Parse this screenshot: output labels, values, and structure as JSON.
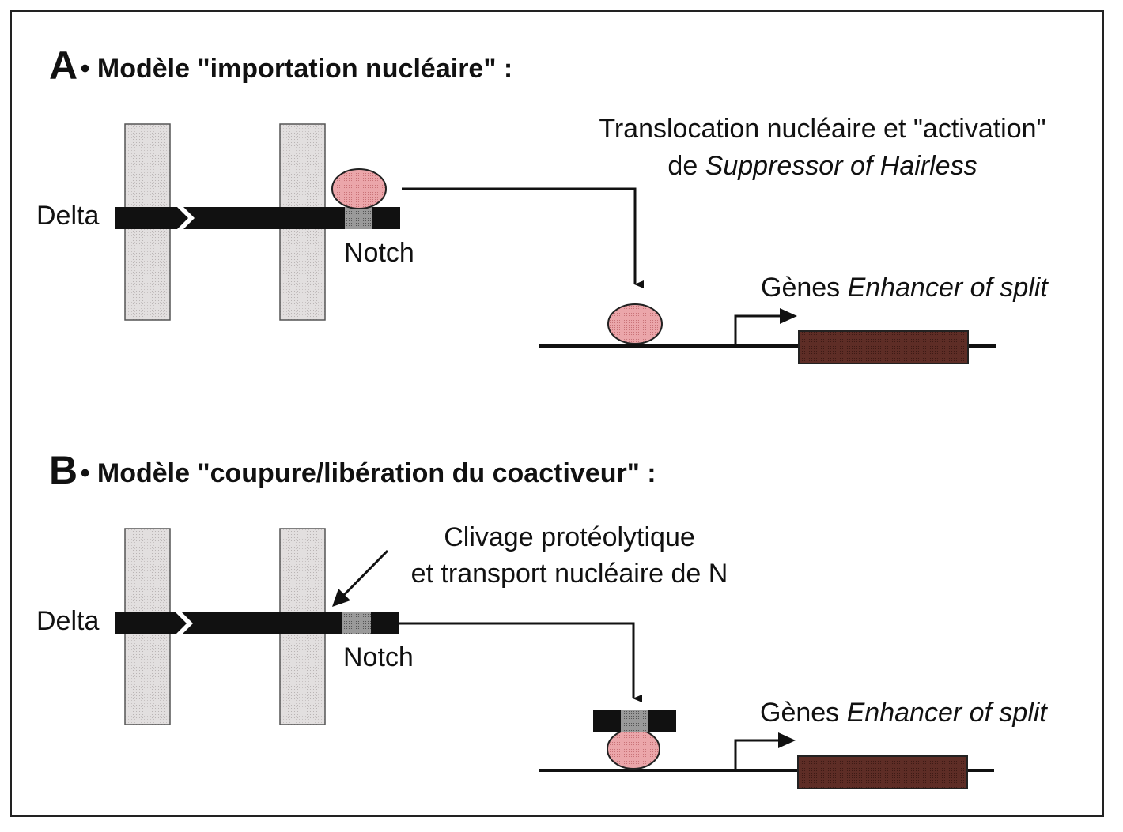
{
  "panel_a": {
    "letter": "A",
    "title": "• Modèle \"importation nucléaire\" :",
    "delta_label": "Delta",
    "notch_label": "Notch",
    "translocation_line1": "Translocation nucléaire et \"activation\"",
    "translocation_line2_prefix": "de ",
    "translocation_line2_italic": "Suppressor of Hairless",
    "genes_prefix": "Gènes ",
    "genes_italic": "Enhancer of split"
  },
  "panel_b": {
    "letter": "B",
    "title": "• Modèle \"coupure/libération du coactiveur\" :",
    "delta_label": "Delta",
    "notch_label": "Notch",
    "cleavage_line1": "Clivage protéolytique",
    "cleavage_line2": "et transport nucléaire de N",
    "genes_prefix": "Gènes ",
    "genes_italic": "Enhancer of split"
  },
  "colors": {
    "membrane": "#d9d6d6",
    "protein_bar": "#111111",
    "notch_domain": "#8a8a8a",
    "suh_protein": "#e8a0a4",
    "gene_box": "#5a2a24",
    "line": "#111111"
  }
}
